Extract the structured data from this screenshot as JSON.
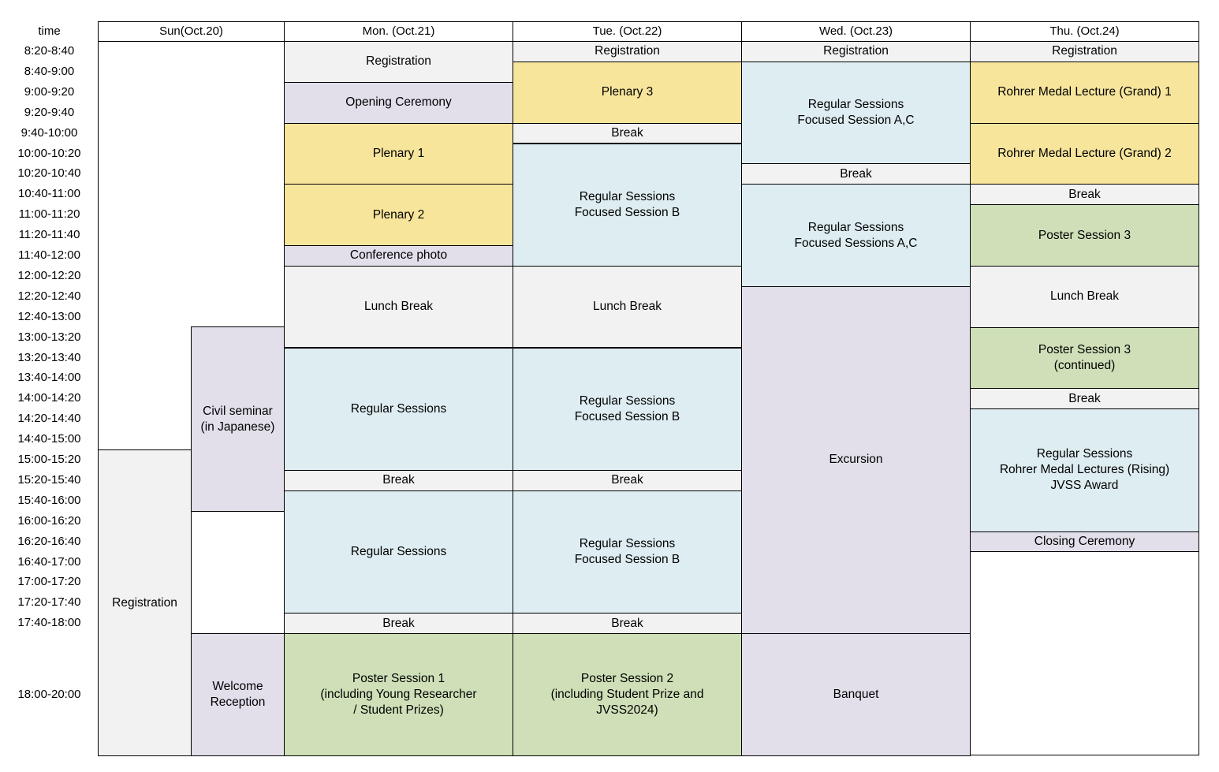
{
  "header": {
    "time": "time",
    "days": [
      "Sun(Oct.20)",
      "Mon. (Oct.21)",
      "Tue. (Oct.22)",
      "Wed. (Oct.23)",
      "Thu. (Oct.24)"
    ]
  },
  "time_slots": [
    "8:20-8:40",
    "8:40-9:00",
    "9:00-9:20",
    "9:20-9:40",
    "9:40-10:00",
    "10:00-10:20",
    "10:20-10:40",
    "10:40-11:00",
    "11:00-11:20",
    "11:20-11:40",
    "11:40-12:00",
    "12:00-12:20",
    "12:20-12:40",
    "12:40-13:00",
    "13:00-13:20",
    "13:20-13:40",
    "13:40-14:00",
    "14:00-14:20",
    "14:20-14:40",
    "14:40-15:00",
    "15:00-15:20",
    "15:20-15:40",
    "15:40-16:00",
    "16:00-16:20",
    "16:20-16:40",
    "16:40-17:00",
    "17:00-17:20",
    "17:20-17:40",
    "17:40-18:00",
    "18:00-20:00"
  ],
  "colors": {
    "registration": "#f2f2f2",
    "ceremony": "#e2dfeb",
    "plenary": "#f7e59c",
    "regular": "#deedf2",
    "poster": "#cfe0b8",
    "break": "#f2f2f2"
  },
  "events": [
    {
      "day": 0,
      "start": 20,
      "end": 30,
      "text": "Registration",
      "kind": "registration"
    },
    {
      "day": 0,
      "sub": 1,
      "start": 14,
      "end": 23,
      "text": "Civil seminar\n(in Japanese)",
      "kind": "ceremony"
    },
    {
      "day": 0,
      "sub": 1,
      "start": 29,
      "end": 30,
      "text": "Welcome\nReception",
      "kind": "ceremony"
    },
    {
      "day": 1,
      "start": 0,
      "end": 2,
      "text": "Registration",
      "kind": "registration"
    },
    {
      "day": 1,
      "start": 2,
      "end": 4,
      "text": "Opening Ceremony",
      "kind": "ceremony"
    },
    {
      "day": 1,
      "start": 4,
      "end": 7,
      "text": "Plenary 1",
      "kind": "plenary"
    },
    {
      "day": 1,
      "start": 7,
      "end": 10,
      "text": "Plenary 2",
      "kind": "plenary"
    },
    {
      "day": 1,
      "start": 10,
      "end": 11,
      "text": "Conference photo",
      "kind": "ceremony"
    },
    {
      "day": 1,
      "start": 11,
      "end": 15,
      "text": "Lunch Break",
      "kind": "break"
    },
    {
      "day": 1,
      "start": 15,
      "end": 21,
      "text": "Regular Sessions",
      "kind": "regular"
    },
    {
      "day": 1,
      "start": 21,
      "end": 22,
      "text": "Break",
      "kind": "break"
    },
    {
      "day": 1,
      "start": 22,
      "end": 28,
      "text": "Regular Sessions",
      "kind": "regular"
    },
    {
      "day": 1,
      "start": 28,
      "end": 29,
      "text": "Break",
      "kind": "break"
    },
    {
      "day": 1,
      "start": 29,
      "end": 30,
      "text": "Poster Session 1\n(including Young Researcher\n/ Student Prizes)",
      "kind": "poster"
    },
    {
      "day": 2,
      "start": 0,
      "end": 1,
      "text": "Registration",
      "kind": "registration"
    },
    {
      "day": 2,
      "start": 1,
      "end": 4,
      "text": "Plenary 3",
      "kind": "plenary"
    },
    {
      "day": 2,
      "start": 4,
      "end": 5,
      "text": "Break",
      "kind": "break"
    },
    {
      "day": 2,
      "start": 5,
      "end": 11,
      "text": "Regular Sessions\nFocused Session B",
      "kind": "regular"
    },
    {
      "day": 2,
      "start": 11,
      "end": 15,
      "text": "Lunch Break",
      "kind": "break"
    },
    {
      "day": 2,
      "start": 15,
      "end": 21,
      "text": "Regular Sessions\nFocused Session B",
      "kind": "regular"
    },
    {
      "day": 2,
      "start": 21,
      "end": 22,
      "text": "Break",
      "kind": "break"
    },
    {
      "day": 2,
      "start": 22,
      "end": 28,
      "text": "Regular Sessions\nFocused Session B",
      "kind": "regular"
    },
    {
      "day": 2,
      "start": 28,
      "end": 29,
      "text": "Break",
      "kind": "break"
    },
    {
      "day": 2,
      "start": 29,
      "end": 30,
      "text": "Poster Session 2\n(including Student Prize and\nJVSS2024)",
      "kind": "poster"
    },
    {
      "day": 3,
      "start": 0,
      "end": 1,
      "text": "Registration",
      "kind": "registration"
    },
    {
      "day": 3,
      "start": 1,
      "end": 6,
      "text": "Regular Sessions\nFocused Session A,C",
      "kind": "regular"
    },
    {
      "day": 3,
      "start": 6,
      "end": 7,
      "text": "Break",
      "kind": "break"
    },
    {
      "day": 3,
      "start": 7,
      "end": 12,
      "text": "Regular Sessions\nFocused Sessions  A,C",
      "kind": "regular"
    },
    {
      "day": 3,
      "start": 12,
      "end": 29,
      "text": "Excursion",
      "kind": "ceremony"
    },
    {
      "day": 3,
      "start": 29,
      "end": 30,
      "text": "Banquet",
      "kind": "ceremony"
    },
    {
      "day": 4,
      "start": 0,
      "end": 1,
      "text": "Registration",
      "kind": "registration"
    },
    {
      "day": 4,
      "start": 1,
      "end": 4,
      "text": "Rohrer Medal Lecture (Grand) 1",
      "kind": "plenary"
    },
    {
      "day": 4,
      "start": 4,
      "end": 7,
      "text": "Rohrer Medal Lecture (Grand) 2",
      "kind": "plenary"
    },
    {
      "day": 4,
      "start": 7,
      "end": 8,
      "text": "Break",
      "kind": "break"
    },
    {
      "day": 4,
      "start": 8,
      "end": 11,
      "text": "Poster Session 3",
      "kind": "poster"
    },
    {
      "day": 4,
      "start": 11,
      "end": 14,
      "text": "Lunch Break",
      "kind": "break"
    },
    {
      "day": 4,
      "start": 14,
      "end": 17,
      "text": "Poster Session 3\n(continued)",
      "kind": "poster"
    },
    {
      "day": 4,
      "start": 17,
      "end": 18,
      "text": "Break",
      "kind": "break"
    },
    {
      "day": 4,
      "start": 18,
      "end": 24,
      "text": "Regular Sessions\nRohrer Medal Lectures (Rising)\nJVSS Award",
      "kind": "regular"
    },
    {
      "day": 4,
      "start": 24,
      "end": 25,
      "text": "Closing Ceremony",
      "kind": "ceremony"
    }
  ]
}
